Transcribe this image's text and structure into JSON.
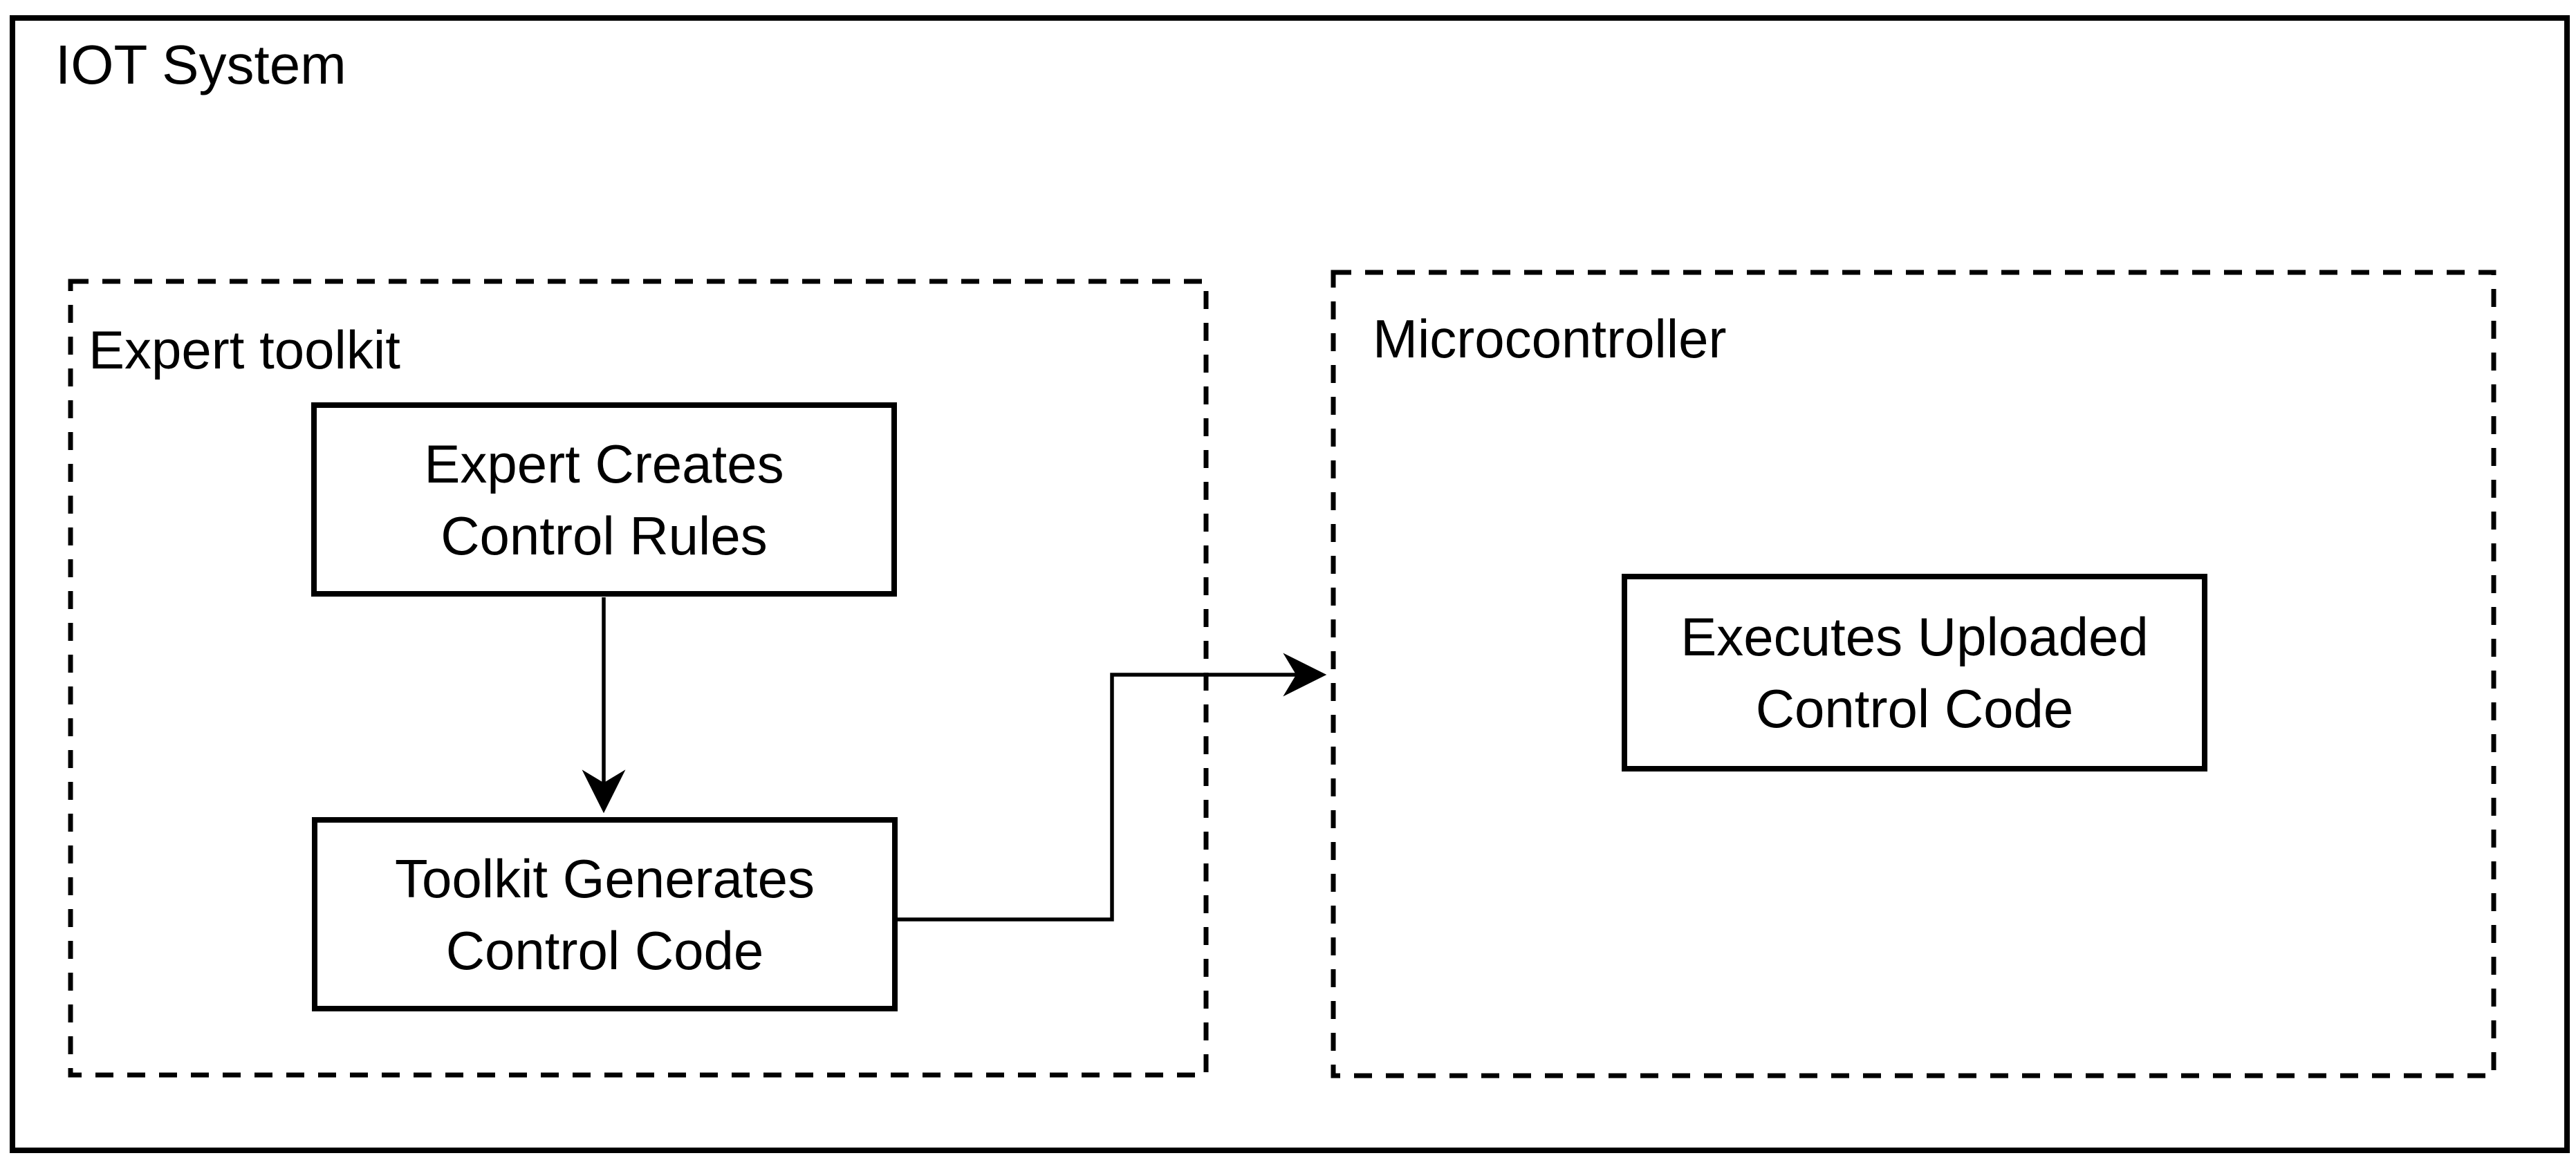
{
  "colors": {
    "ink": "#000000",
    "paper": "#ffffff"
  },
  "diagram": {
    "title": "IOT System",
    "groups": [
      {
        "name": "expert-toolkit",
        "label": "Expert toolkit"
      },
      {
        "name": "microcontroller",
        "label": "Microcontroller"
      }
    ],
    "nodes": [
      {
        "name": "expert-creates-control-rules",
        "group": "expert-toolkit",
        "lines": [
          "Expert Creates",
          "Control Rules"
        ]
      },
      {
        "name": "toolkit-generates-control-code",
        "group": "expert-toolkit",
        "lines": [
          "Toolkit Generates",
          "Control Code"
        ]
      },
      {
        "name": "executes-uploaded-control-code",
        "group": "microcontroller",
        "lines": [
          "Executes Uploaded",
          "Control Code"
        ]
      }
    ],
    "edges": [
      {
        "name": "rules-to-code-arrow",
        "from": "expert-creates-control-rules",
        "to": "toolkit-generates-control-code",
        "style": "straight-down"
      },
      {
        "name": "code-to-microcontroller-arrow",
        "from": "toolkit-generates-control-code",
        "to": "microcontroller",
        "style": "elbow-right"
      }
    ]
  }
}
